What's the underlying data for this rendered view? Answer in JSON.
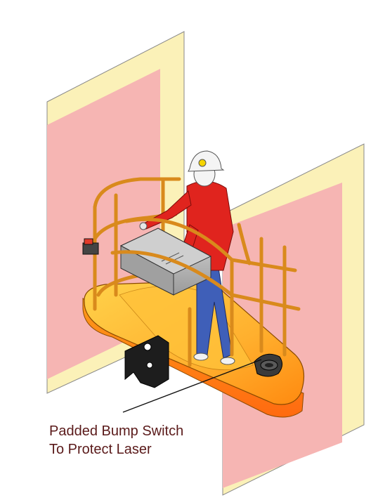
{
  "callout": {
    "line1": "Padded Bump Switch",
    "line2": "To Protect Laser"
  },
  "colors": {
    "panel_frame": "#fbf1b8",
    "panel_fill": "#f6b5b3",
    "platform_orange": "#ff9a1a",
    "platform_yellow": "#ffd24a",
    "rail": "#d98a1c",
    "shirt": "#e0241e",
    "pants": "#3f5fb8",
    "laser_box": "#b8b8b8",
    "text": "#5a1a1a"
  },
  "icons": [
    "worker-figure",
    "laser-unit",
    "bump-switch-icon",
    "control-box-icon"
  ]
}
